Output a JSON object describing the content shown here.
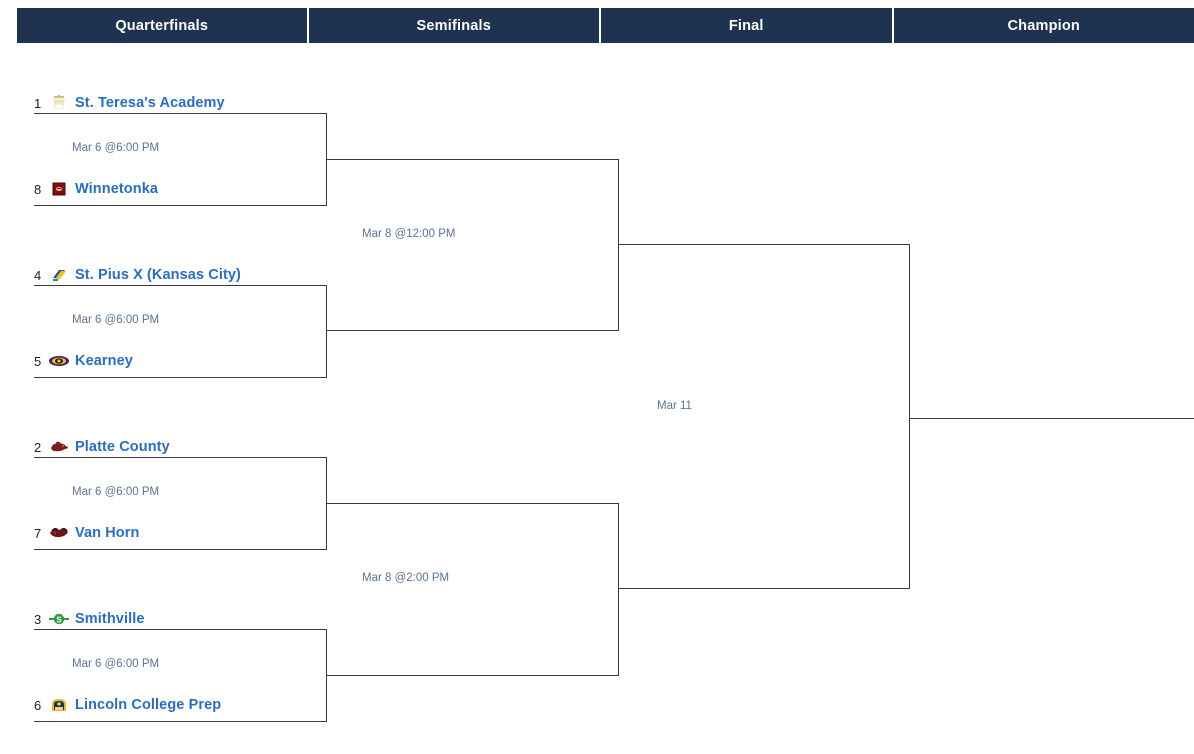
{
  "header": {
    "rounds": [
      {
        "label": "Quarterfinals"
      },
      {
        "label": "Semifinals"
      },
      {
        "label": "Final"
      },
      {
        "label": "Champion"
      }
    ]
  },
  "colors": {
    "header_bg": "#1f3350",
    "header_text": "#ffffff",
    "team_name": "#2a6ebb",
    "seed_text": "#222222",
    "date_text": "#5d7392",
    "bracket_line": "#3a3a3a",
    "page_bg": "#ffffff"
  },
  "bracket": {
    "quarterfinals": [
      {
        "date": "Mar 6 @6:00 PM",
        "teams": [
          {
            "seed": "1",
            "name": "St. Teresa's Academy",
            "logo": "st-teresas-academy-logo",
            "logo_colors": [
              "#f2f0c0",
              "#ffffff",
              "#c9c48a"
            ]
          },
          {
            "seed": "8",
            "name": "Winnetonka",
            "logo": "winnetonka-logo",
            "logo_colors": [
              "#7e0f0f",
              "#4a0606",
              "#e8b9b9"
            ]
          }
        ]
      },
      {
        "date": "Mar 6 @6:00 PM",
        "teams": [
          {
            "seed": "4",
            "name": "St. Pius X (Kansas City)",
            "logo": "st-pius-x-logo",
            "logo_colors": [
              "#f0c419",
              "#1f4e9c",
              "#3b74c4"
            ]
          },
          {
            "seed": "5",
            "name": "Kearney",
            "logo": "kearney-logo",
            "logo_colors": [
              "#3b2060",
              "#f0c419",
              "#1a0f33"
            ]
          }
        ]
      },
      {
        "date": "Mar 6 @6:00 PM",
        "teams": [
          {
            "seed": "2",
            "name": "Platte County",
            "logo": "platte-county-logo",
            "logo_colors": [
              "#7a1f1f",
              "#4a0d0d",
              "#b05050"
            ]
          },
          {
            "seed": "7",
            "name": "Van Horn",
            "logo": "van-horn-logo",
            "logo_colors": [
              "#6e1414",
              "#3d0808",
              "#a04040"
            ]
          }
        ]
      },
      {
        "date": "Mar 6 @6:00 PM",
        "teams": [
          {
            "seed": "3",
            "name": "Smithville",
            "logo": "smithville-logo",
            "logo_colors": [
              "#2e9b3e",
              "#1d6b28",
              "#8fd89a"
            ]
          },
          {
            "seed": "6",
            "name": "Lincoln College Prep",
            "logo": "lincoln-college-prep-logo",
            "logo_colors": [
              "#e8b62c",
              "#1f3350",
              "#f5d878"
            ]
          }
        ]
      }
    ],
    "semifinals": [
      {
        "date": "Mar 8 @12:00 PM"
      },
      {
        "date": "Mar 8 @2:00 PM"
      }
    ],
    "final": [
      {
        "date": "Mar 11"
      }
    ],
    "champion": [
      {
        "name": ""
      }
    ]
  }
}
